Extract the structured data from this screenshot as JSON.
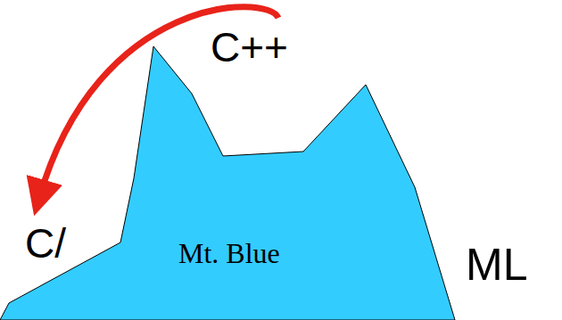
{
  "diagram": {
    "nodes": [
      {
        "text": [
          "Mt. Blue"
        ]
      }
    ],
    "labels": [
      "C++",
      "C/",
      "ML"
    ]
  }
}
